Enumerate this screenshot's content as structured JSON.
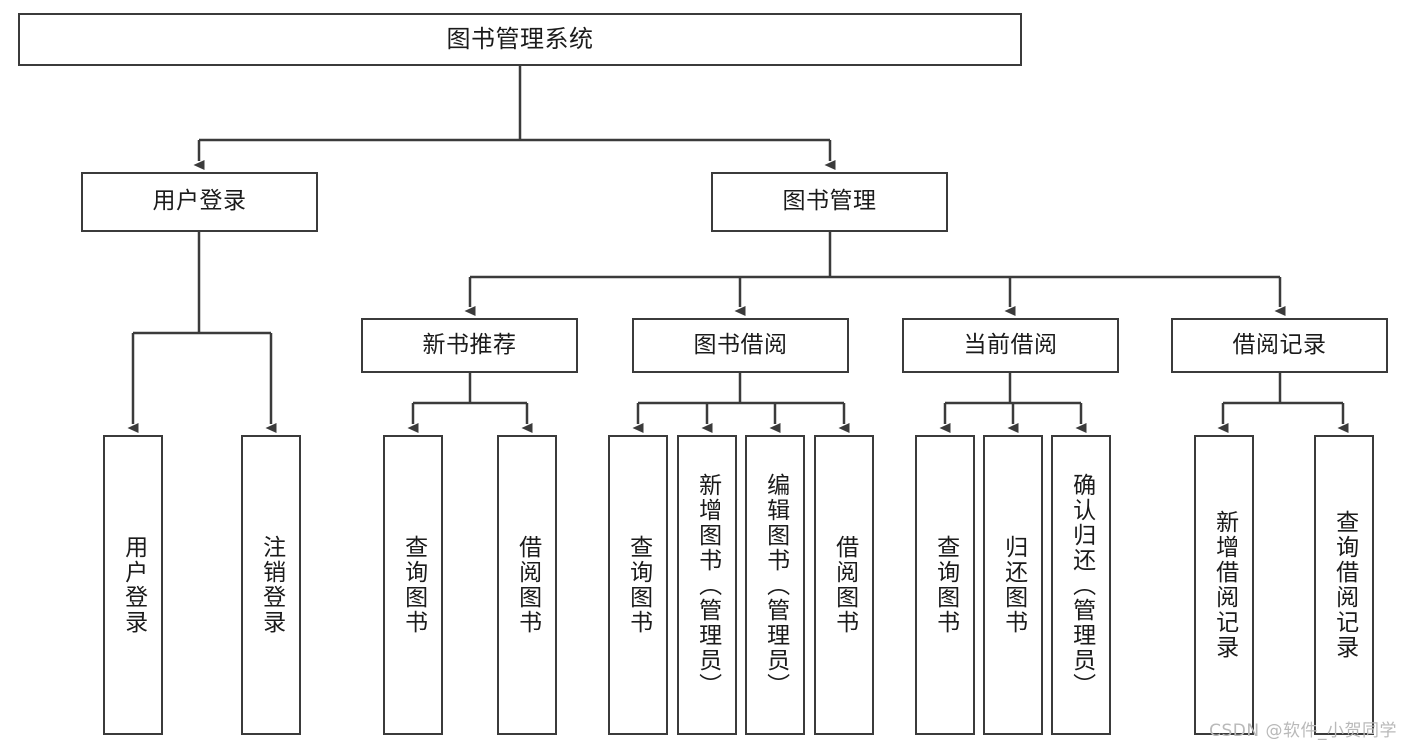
{
  "diagram": {
    "type": "tree",
    "title": "图书管理系统",
    "colors": {
      "stroke": "#3b3b3b",
      "fill": "#ffffff",
      "text": "#1b1b1b",
      "watermark": "#b9b9b9"
    },
    "root": {
      "label": "图书管理系统"
    },
    "level2": [
      {
        "label": "用户登录"
      },
      {
        "label": "图书管理"
      }
    ],
    "level3": [
      {
        "label": "新书推荐"
      },
      {
        "label": "图书借阅"
      },
      {
        "label": "当前借阅"
      },
      {
        "label": "借阅记录"
      }
    ],
    "leaves": {
      "user_login": [
        {
          "label": "用户登录"
        },
        {
          "label": "注销登录"
        }
      ],
      "new_book": [
        {
          "label": "查询图书"
        },
        {
          "label": "借阅图书"
        }
      ],
      "borrow_book": [
        {
          "label": "查询图书"
        },
        {
          "label": "新增图书（管理员）"
        },
        {
          "label": "编辑图书（管理员）"
        },
        {
          "label": "借阅图书"
        }
      ],
      "current_borrow": [
        {
          "label": "查询图书"
        },
        {
          "label": "归还图书"
        },
        {
          "label": "确认归还（管理员）"
        }
      ],
      "borrow_record": [
        {
          "label": "新增借阅记录"
        },
        {
          "label": "查询借阅记录"
        }
      ]
    },
    "watermark": "CSDN @软件_小贺同学"
  }
}
